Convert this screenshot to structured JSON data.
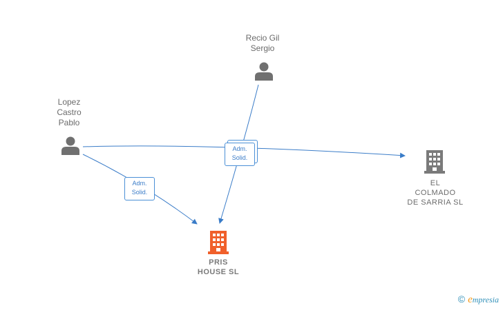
{
  "nodes": {
    "recio": {
      "label": "Recio Gil\nSergio",
      "type": "person"
    },
    "lopez": {
      "label": "Lopez\nCastro\nPablo",
      "type": "person"
    },
    "colmado": {
      "label": "EL\nCOLMADO\nDE SARRIA  SL",
      "type": "company"
    },
    "pris": {
      "label": "PRIS\nHOUSE  SL",
      "type": "company-main"
    }
  },
  "edges": [
    {
      "from": "recio",
      "to": "pris",
      "label": "Adm.\nSolid."
    },
    {
      "from": "lopez",
      "to": "colmado",
      "label": "Adm.\nSolid."
    },
    {
      "from": "lopez",
      "to": "pris",
      "label": "Adm.\nSolid."
    }
  ],
  "badges": {
    "center": "Adm.\nSolid.",
    "left": "Adm.\nSolid."
  },
  "colors": {
    "edge": "#3a7cc8",
    "person_icon": "#707070",
    "company_icon": "#7a7a7a",
    "main_company_icon": "#f0602b"
  },
  "brand": {
    "copyright": "©",
    "initial": "e",
    "rest": "mpresia"
  }
}
